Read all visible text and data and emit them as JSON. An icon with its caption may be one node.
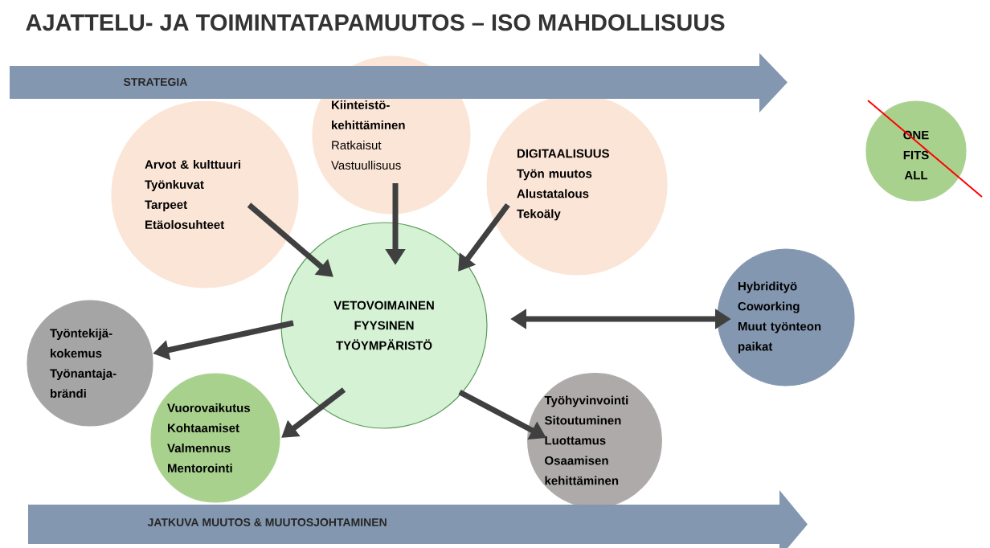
{
  "diagram": {
    "title": "AJATTELU- JA TOIMINTATAPAMUUTOS – ISO MAHDOLLISUUS",
    "nodes": [
      {
        "text": [
          "STRATEGIA"
        ]
      },
      {
        "text": [
          "Kiinteistö- kehittäminen",
          "Ratkaisut",
          "Vastuullisuus"
        ]
      },
      {
        "text": [
          "ONE FITS ALL"
        ]
      },
      {
        "text": [
          "Arvot & kulttuuri",
          "Työnkuvat",
          "Tarpeet",
          "Etäolosuhteet"
        ]
      },
      {
        "text": [
          "DIGITAALISUUS",
          "Työn muutos",
          "Alustatalous",
          "Tekoäly"
        ]
      },
      {
        "text": [
          "VETOVOIMAINEN FYYSINEN TYÖYMPÄRISTÖ"
        ]
      },
      {
        "text": [
          "Hybridityö",
          "Coworking",
          "Muut työnteon paikat"
        ]
      },
      {
        "text": [
          "Työntekijä- kokemus",
          "Työnantaja- brändi"
        ]
      },
      {
        "text": [
          "Vuorovaikutus",
          "Kohtaamiset",
          "Valmennus",
          "Mentorointi"
        ]
      },
      {
        "text": [
          "Työhyvinvointi",
          "Sitoutuminen",
          "Luottamus",
          "Osaamisen kehittäminen"
        ]
      },
      {
        "text": [
          "JATKUVA MUUTOS & MUUTOSJOHTAMINEN"
        ]
      }
    ],
    "edges": [
      {
        "from": 3,
        "to": 5,
        "arrow": "to"
      },
      {
        "from": 1,
        "to": 5,
        "arrow": "to"
      },
      {
        "from": 4,
        "to": 5,
        "arrow": "to"
      },
      {
        "from": 5,
        "to": 6,
        "arrow": "both"
      },
      {
        "from": 5,
        "to": 7,
        "arrow": "to"
      },
      {
        "from": 5,
        "to": 8,
        "arrow": "to"
      },
      {
        "from": 5,
        "to": 9,
        "arrow": "to"
      }
    ]
  }
}
